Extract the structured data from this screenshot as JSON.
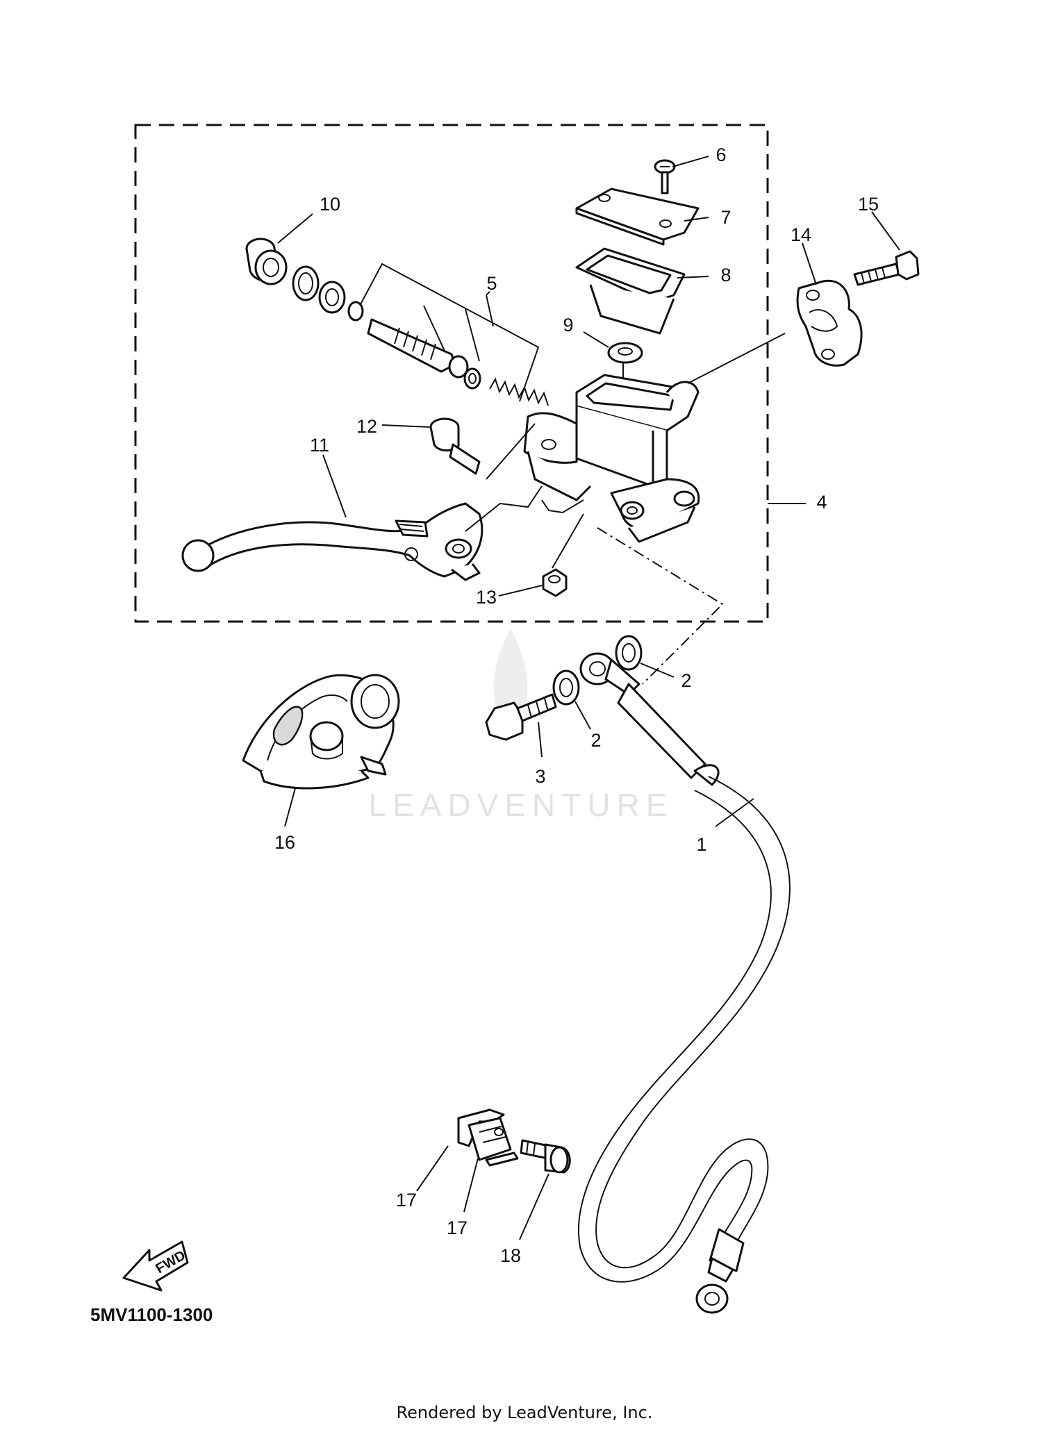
{
  "diagram_code": "5MV1100-1300",
  "watermark": "LEADVENTURE",
  "footer": "Rendered by LeadVenture, Inc.",
  "fwd_label": "FWD",
  "callouts": {
    "c1": "1",
    "c2a": "2",
    "c2b": "2",
    "c3": "3",
    "c4": "4",
    "c5": "5",
    "c6": "6",
    "c7": "7",
    "c8": "8",
    "c9": "9",
    "c10": "10",
    "c11": "11",
    "c12": "12",
    "c13": "13",
    "c14": "14",
    "c15": "15",
    "c16": "16",
    "c17a": "17",
    "c17b": "17",
    "c18": "18"
  }
}
